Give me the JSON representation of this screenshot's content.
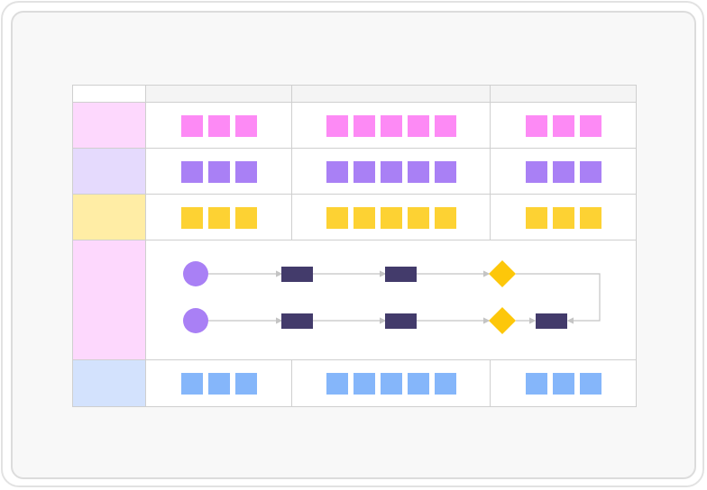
{
  "diagram": {
    "columns": [
      {
        "header": ""
      },
      {
        "header": ""
      },
      {
        "header": ""
      }
    ],
    "rows": [
      {
        "label": "",
        "lane_color": "#fdd8fd",
        "sticky_color": "#fd8af5",
        "counts": [
          3,
          5,
          3
        ]
      },
      {
        "label": "",
        "lane_color": "#e5dafd",
        "sticky_color": "#a980f5",
        "counts": [
          3,
          5,
          3
        ]
      },
      {
        "label": "",
        "lane_color": "#ffeda5",
        "sticky_color": "#fdd233",
        "counts": [
          3,
          5,
          3
        ]
      },
      {
        "label": "",
        "lane_color": "#fdd8fd",
        "type": "flow"
      },
      {
        "label": "",
        "lane_color": "#d3e2fd",
        "sticky_color": "#85b6fa",
        "counts": [
          3,
          5,
          3
        ]
      }
    ],
    "flow": {
      "node_colors": {
        "start": "#a980f5",
        "process": "#433b6b",
        "decision": "#fdc70a",
        "connector": "#c4c4c4"
      },
      "paths": [
        [
          "start",
          "process",
          "process",
          "decision"
        ],
        [
          "start",
          "process",
          "process",
          "decision",
          "process"
        ]
      ]
    }
  }
}
